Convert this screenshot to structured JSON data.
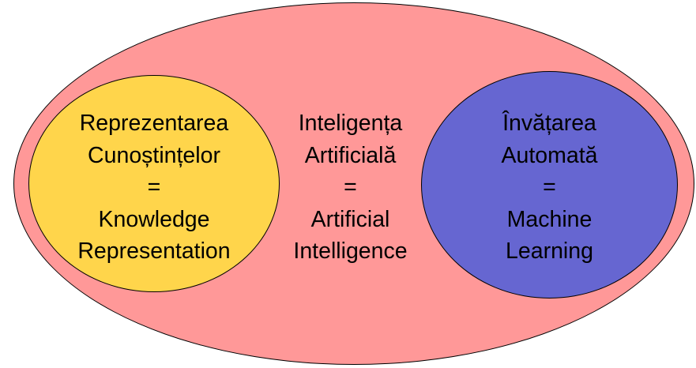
{
  "colors": {
    "outer_fill": "#ff9898",
    "left_fill": "#ffd54b",
    "right_fill": "#6666d1",
    "stroke": "#000000"
  },
  "diagram": {
    "left": {
      "lines": [
        "Reprezentarea",
        "Cunoștințelor",
        "=",
        "Knowledge",
        "Representation"
      ]
    },
    "center": {
      "lines": [
        "Inteligența",
        "Artificială",
        "=",
        "Artificial",
        "Intelligence"
      ]
    },
    "right": {
      "lines": [
        "Învățarea",
        "Automată",
        "=",
        "Machine",
        "Learning"
      ]
    }
  }
}
